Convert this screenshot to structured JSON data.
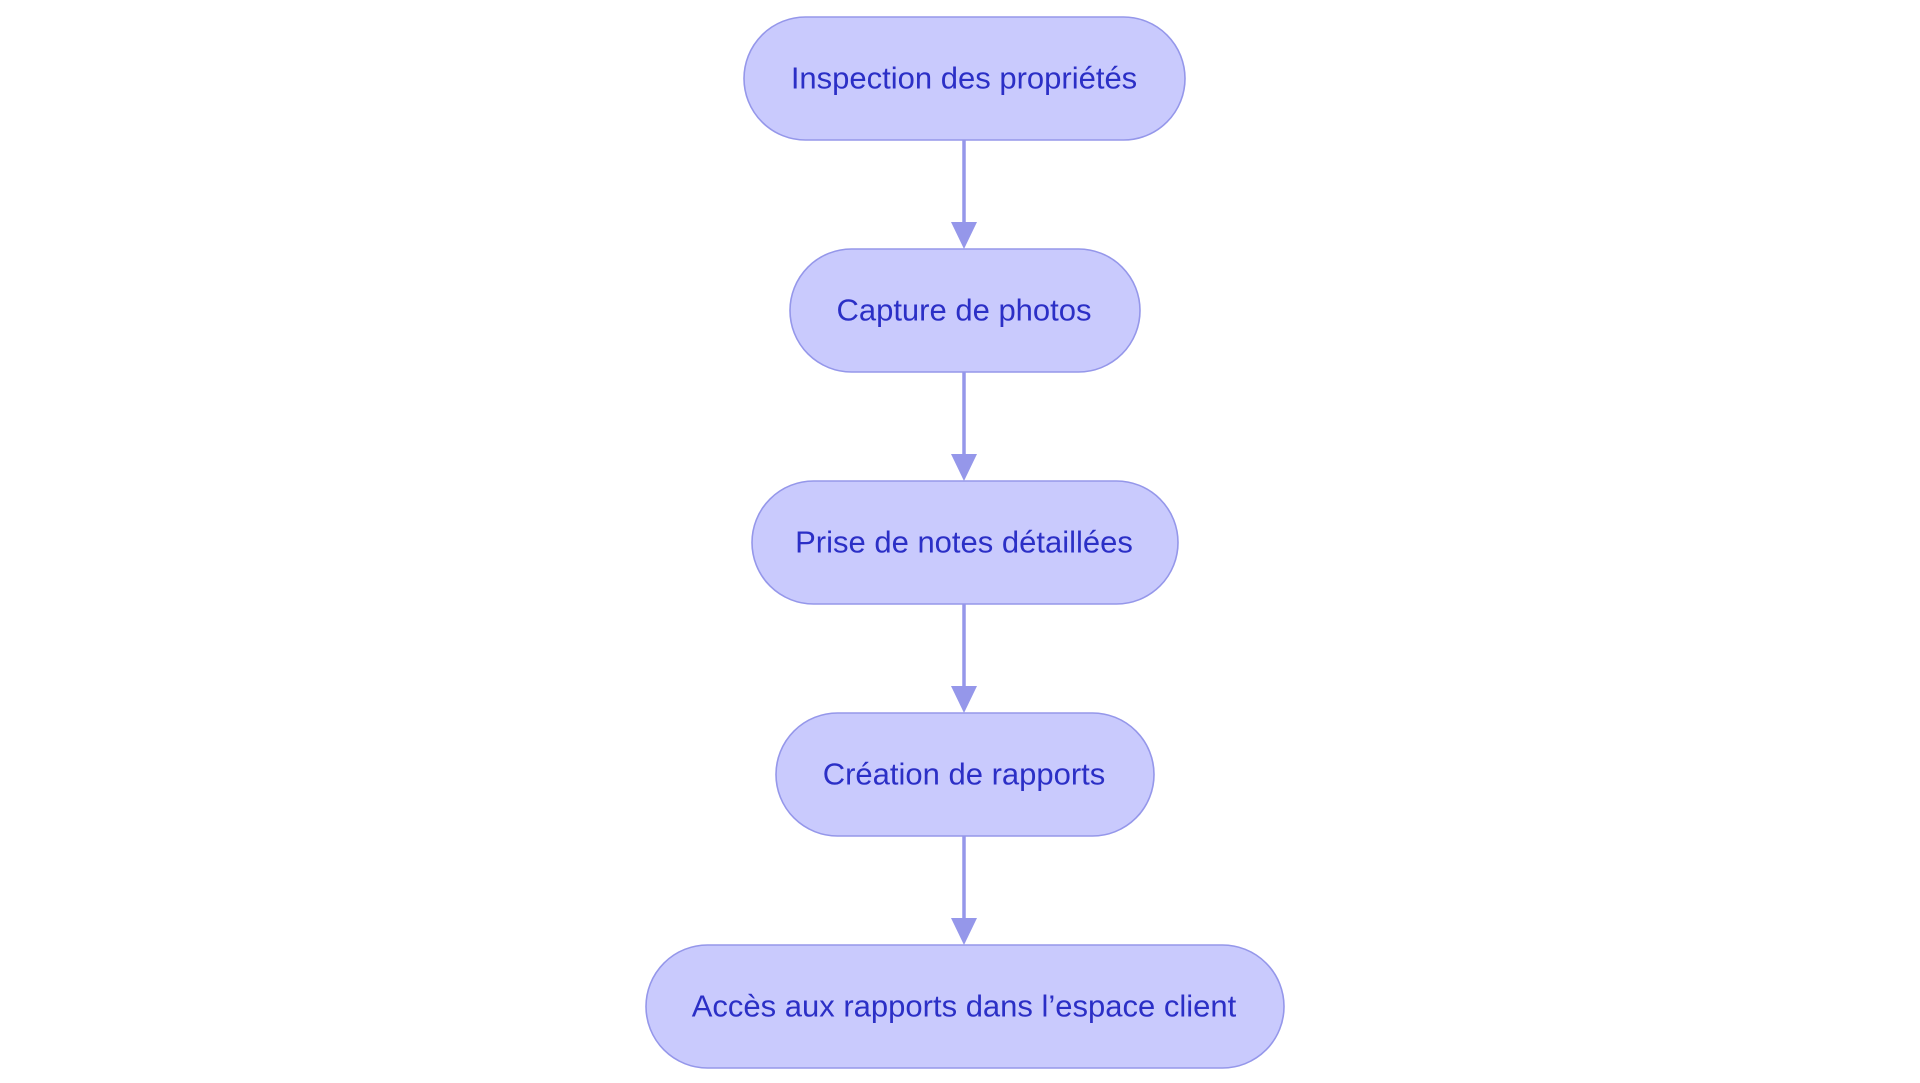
{
  "diagram": {
    "type": "flowchart",
    "direction": "top-to-bottom",
    "node_fill_color": "#c9cafd",
    "node_border_color": "#9597ea",
    "node_text_color": "#2b2fc6",
    "edge_color": "#9597ea",
    "nodes": [
      {
        "id": "n1",
        "label": "Inspection des propriétés"
      },
      {
        "id": "n2",
        "label": "Capture de photos"
      },
      {
        "id": "n3",
        "label": "Prise de notes détaillées"
      },
      {
        "id": "n4",
        "label": "Création de rapports"
      },
      {
        "id": "n5",
        "label": "Accès aux rapports dans l’espace client"
      }
    ],
    "edges": [
      {
        "from": "n1",
        "to": "n2"
      },
      {
        "from": "n2",
        "to": "n3"
      },
      {
        "from": "n3",
        "to": "n4"
      },
      {
        "from": "n4",
        "to": "n5"
      }
    ]
  }
}
